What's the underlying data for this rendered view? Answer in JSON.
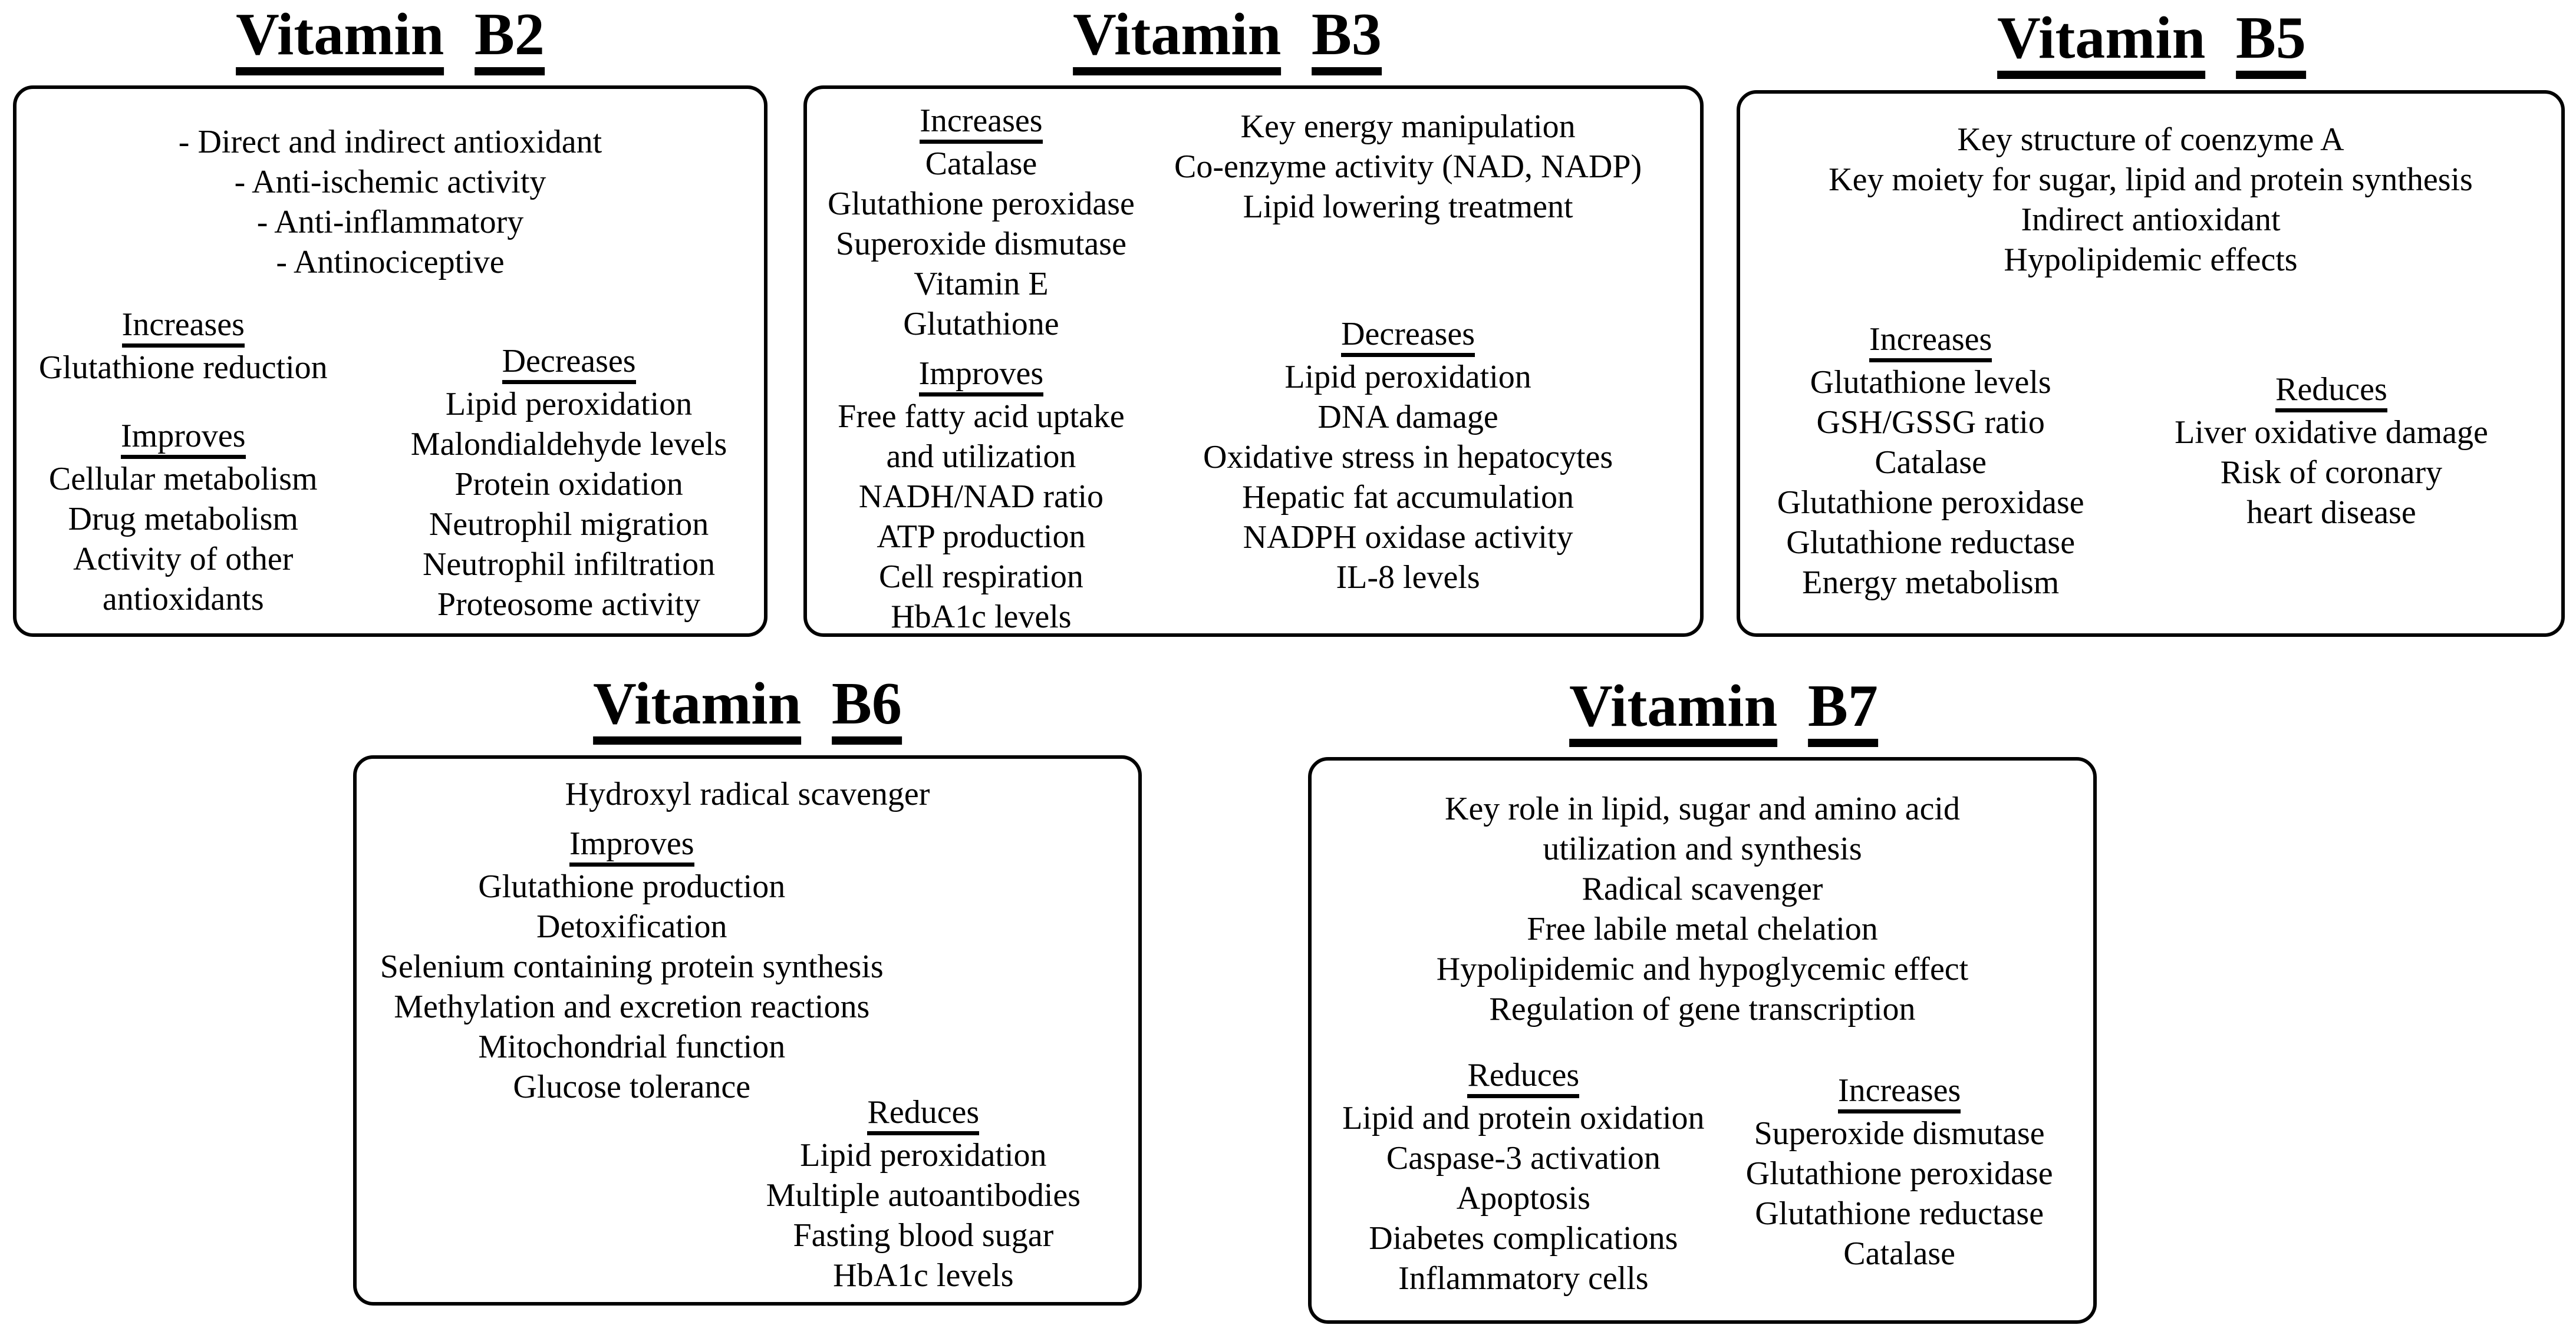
{
  "figure": {
    "background": "#ffffff",
    "text_color": "#000000",
    "border_color": "#000000",
    "boxes": {
      "b2": {
        "title": [
          "Vitamin",
          "B2"
        ],
        "top_lines": [
          "- Direct and indirect antioxidant",
          "- Anti-ischemic activity",
          "- Anti-inflammatory",
          "- Antinociceptive"
        ],
        "increases": {
          "header": "Increases",
          "items": [
            "Glutathione reduction"
          ]
        },
        "improves": {
          "header": "Improves",
          "items": [
            "Cellular metabolism",
            "Drug metabolism",
            "Activity of other\nantioxidants"
          ]
        },
        "decreases": {
          "header": "Decreases",
          "items": [
            "Lipid peroxidation",
            "Malondialdehyde levels",
            "Protein oxidation",
            "Neutrophil migration",
            "Neutrophil infiltration",
            "Proteosome activity"
          ]
        }
      },
      "b3": {
        "title": [
          "Vitamin",
          "B3"
        ],
        "increases": {
          "header": "Increases",
          "items": [
            "Catalase",
            "Glutathione peroxidase",
            "Superoxide dismutase",
            "Vitamin E",
            "Glutathione"
          ]
        },
        "improves": {
          "header": "Improves",
          "items": [
            "Free fatty acid uptake\nand utilization",
            "NADH/NAD ratio",
            "ATP production",
            "Cell respiration",
            "HbA1c levels"
          ]
        },
        "key_roles": [
          "Key energy manipulation",
          "Co-enzyme activity (NAD, NADP)",
          "Lipid lowering treatment"
        ],
        "decreases": {
          "header": "Decreases",
          "items": [
            "Lipid peroxidation",
            "DNA damage",
            "Oxidative stress in hepatocytes",
            "Hepatic fat accumulation",
            "NADPH oxidase activity",
            "IL-8 levels"
          ]
        }
      },
      "b5": {
        "title": [
          "Vitamin",
          "B5"
        ],
        "top_lines": [
          "Key structure of coenzyme A",
          "Key moiety for sugar, lipid and protein synthesis",
          "Indirect antioxidant",
          "Hypolipidemic effects"
        ],
        "increases": {
          "header": "Increases",
          "items": [
            "Glutathione levels",
            "GSH/GSSG ratio",
            "Catalase",
            "Glutathione peroxidase",
            "Glutathione reductase",
            "Energy metabolism"
          ]
        },
        "reduces": {
          "header": "Reduces",
          "items": [
            "Liver oxidative damage",
            "Risk of coronary\nheart disease"
          ]
        }
      },
      "b6": {
        "title": [
          "Vitamin",
          "B6"
        ],
        "top_lines": [
          "Hydroxyl radical scavenger"
        ],
        "improves": {
          "header": "Improves",
          "items": [
            "Glutathione production",
            "Detoxification",
            "Selenium containing protein synthesis",
            "Methylation and excretion reactions",
            "Mitochondrial function",
            "Glucose tolerance"
          ]
        },
        "reduces": {
          "header": "Reduces",
          "items": [
            "Lipid peroxidation",
            "Multiple autoantibodies",
            "Fasting blood sugar",
            "HbA1c levels"
          ]
        }
      },
      "b7": {
        "title": [
          "Vitamin",
          "B7"
        ],
        "top_lines": [
          "Key role in lipid, sugar and amino acid\nutilization and synthesis",
          "Radical scavenger",
          "Free labile metal chelation",
          "Hypolipidemic and hypoglycemic effect",
          "Regulation of gene transcription"
        ],
        "reduces": {
          "header": "Reduces",
          "items": [
            "Lipid and protein oxidation",
            "Caspase-3 activation",
            "Apoptosis",
            "Diabetes complications",
            "Inflammatory cells"
          ]
        },
        "increases": {
          "header": "Increases",
          "items": [
            "Superoxide dismutase",
            "Glutathione peroxidase",
            "Glutathione reductase",
            "Catalase"
          ]
        }
      }
    }
  }
}
